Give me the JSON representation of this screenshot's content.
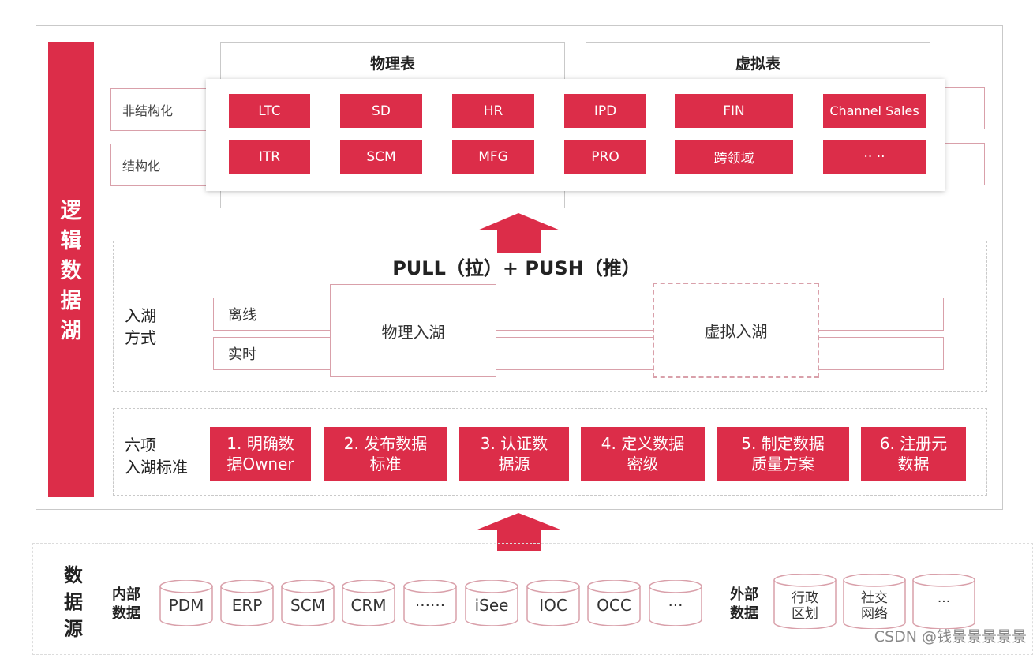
{
  "lake_title": [
    "逻",
    "辑",
    "数",
    "据",
    "湖"
  ],
  "tables": {
    "physical": "物理表",
    "virtual": "虚拟表"
  },
  "row_labels": {
    "unstructured": "非结构化",
    "structured": "结构化"
  },
  "chips_row1": [
    "LTC",
    "SD",
    "HR",
    "IPD",
    "FIN",
    "Channel Sales"
  ],
  "chips_row2": [
    "ITR",
    "SCM",
    "MFG",
    "PRO",
    "跨领域",
    "·· ··"
  ],
  "ingest": {
    "title": "PULL（拉）+ PUSH（推）",
    "method_label_l1": "入湖",
    "method_label_l2": "方式",
    "offline": "离线",
    "realtime": "实时",
    "physical_lake": "物理入湖",
    "virtual_lake": "虚拟入湖"
  },
  "standards": {
    "label_l1": "六项",
    "label_l2": "入湖标准",
    "items": [
      {
        "l1": "1. 明确数",
        "l2": "据Owner"
      },
      {
        "l1": "2. 发布数据",
        "l2": "标准"
      },
      {
        "l1": "3. 认证数",
        "l2": "据源"
      },
      {
        "l1": "4. 定义数据",
        "l2": "密级"
      },
      {
        "l1": "5. 制定数据",
        "l2": "质量方案"
      },
      {
        "l1": "6. 注册元",
        "l2": "数据"
      }
    ]
  },
  "sources": {
    "title": [
      "数",
      "据",
      "源"
    ],
    "internal_l1": "内部",
    "internal_l2": "数据",
    "internal": [
      "PDM",
      "ERP",
      "SCM",
      "CRM",
      "······",
      "iSee",
      "IOC",
      "OCC",
      "···"
    ],
    "external_l1": "外部",
    "external_l2": "数据",
    "external": [
      {
        "l1": "行政",
        "l2": "区划"
      },
      {
        "l1": "社交",
        "l2": "网络"
      },
      {
        "l1": "···",
        "l2": ""
      }
    ]
  },
  "watermark": "CSDN @钱景景景景景",
  "colors": {
    "accent": "#dc2d49",
    "border": "#c9c9c9"
  }
}
